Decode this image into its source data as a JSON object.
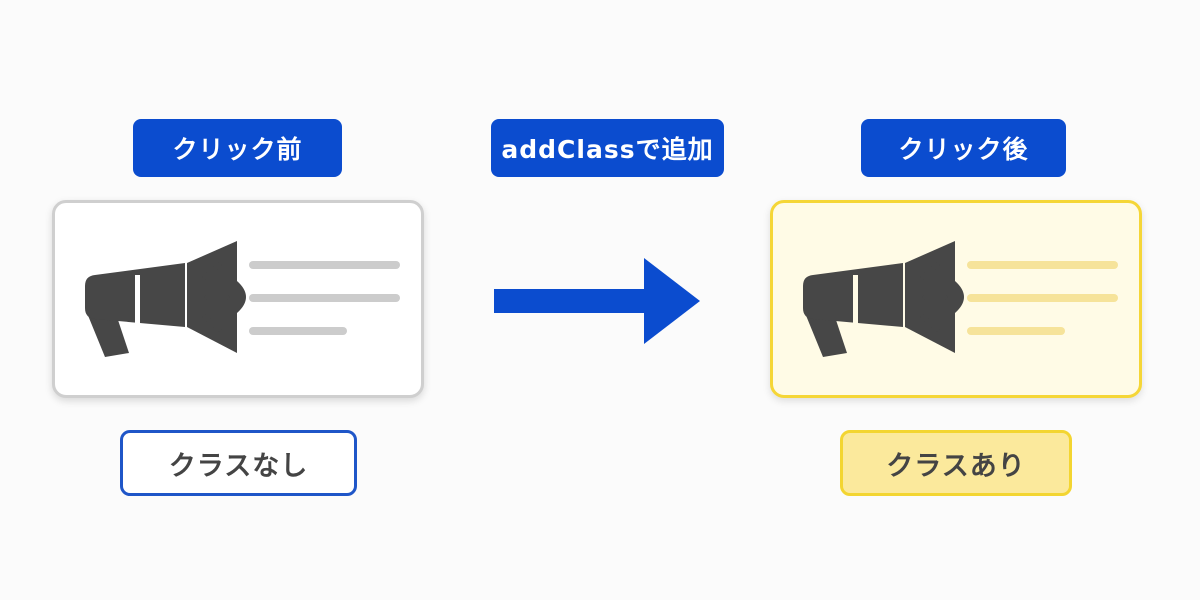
{
  "labels": {
    "before_title": "クリック前",
    "action": "addClassで追加",
    "after_title": "クリック後",
    "before_state": "クラスなし",
    "after_state": "クラスあり"
  },
  "icons": {
    "before": "megaphone-icon",
    "after": "megaphone-icon",
    "arrow": "arrow-right-icon"
  },
  "colors": {
    "accent_blue": "#0b4ccf",
    "highlight_yellow": "#f5d637",
    "highlight_fill": "#fffbe6",
    "icon_gray": "#474747",
    "line_gray": "#cccccc",
    "line_yellow": "#f6e39a"
  }
}
